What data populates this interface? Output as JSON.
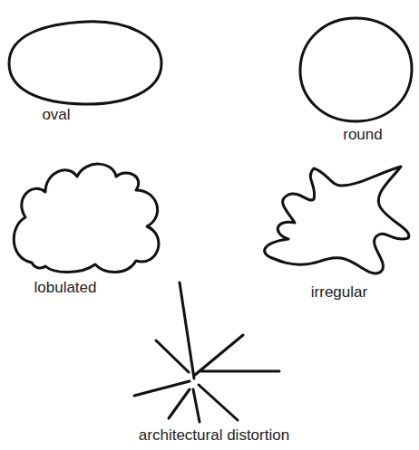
{
  "diagram": {
    "labels": [
      "oval",
      "round",
      "lobulated",
      "irregular",
      "architectural distortion"
    ]
  }
}
